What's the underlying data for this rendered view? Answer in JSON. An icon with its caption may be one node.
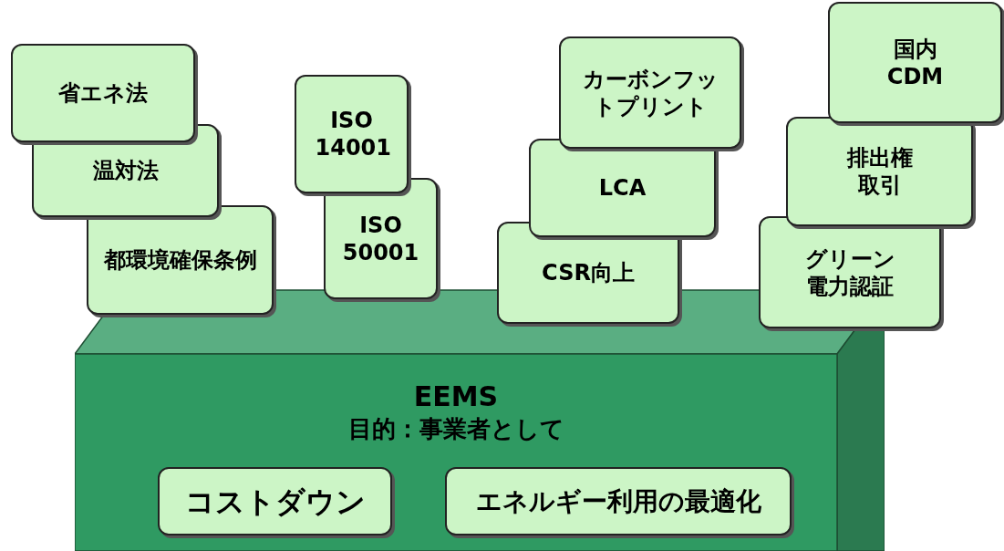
{
  "diagram": {
    "nodes": [
      {
        "text": [
          "EEMS",
          "目的：事業者として"
        ]
      },
      {
        "text": [
          "コストダウン"
        ],
        "in": 0
      },
      {
        "text": [
          "エネルギー利用の最適化"
        ],
        "in": 0
      },
      {
        "text": [
          "省エネ法"
        ]
      },
      {
        "text": [
          "温対法"
        ]
      },
      {
        "text": [
          "都環境確保条例"
        ]
      },
      {
        "text": [
          "ISO 14001"
        ]
      },
      {
        "text": [
          "ISO 50001"
        ]
      },
      {
        "text": [
          "カーボンフットプリント"
        ]
      },
      {
        "text": [
          "LCA"
        ]
      },
      {
        "text": [
          "CSR向上"
        ]
      },
      {
        "text": [
          "国内CDM"
        ]
      },
      {
        "text": [
          "排出権取引"
        ]
      },
      {
        "text": [
          "グリーン電力認証"
        ]
      }
    ]
  }
}
